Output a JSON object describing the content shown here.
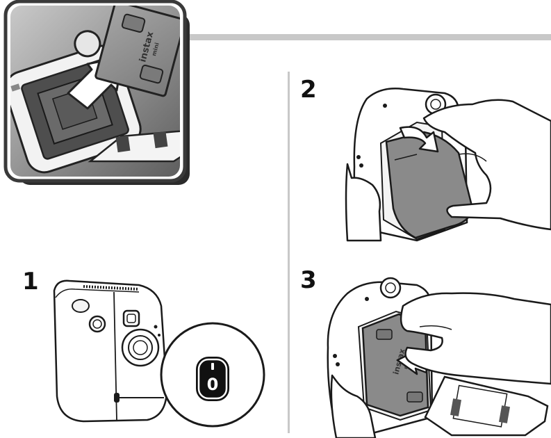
{
  "steps": [
    {
      "number": "1"
    },
    {
      "number": "2"
    },
    {
      "number": "3"
    }
  ],
  "film_pack": {
    "brand": "instax",
    "sub_brand": "mini"
  },
  "power_switch": {
    "label": "0"
  },
  "colors": {
    "icon_frame": "#3a3a3a",
    "icon_shadow": "#2b2b2b",
    "icon_background": "#9a9a9a",
    "header_rule": "#c8c8c8",
    "divider": "#c8c8c8",
    "film_fill": "#8a8a8a",
    "switch_fill": "#111111"
  }
}
